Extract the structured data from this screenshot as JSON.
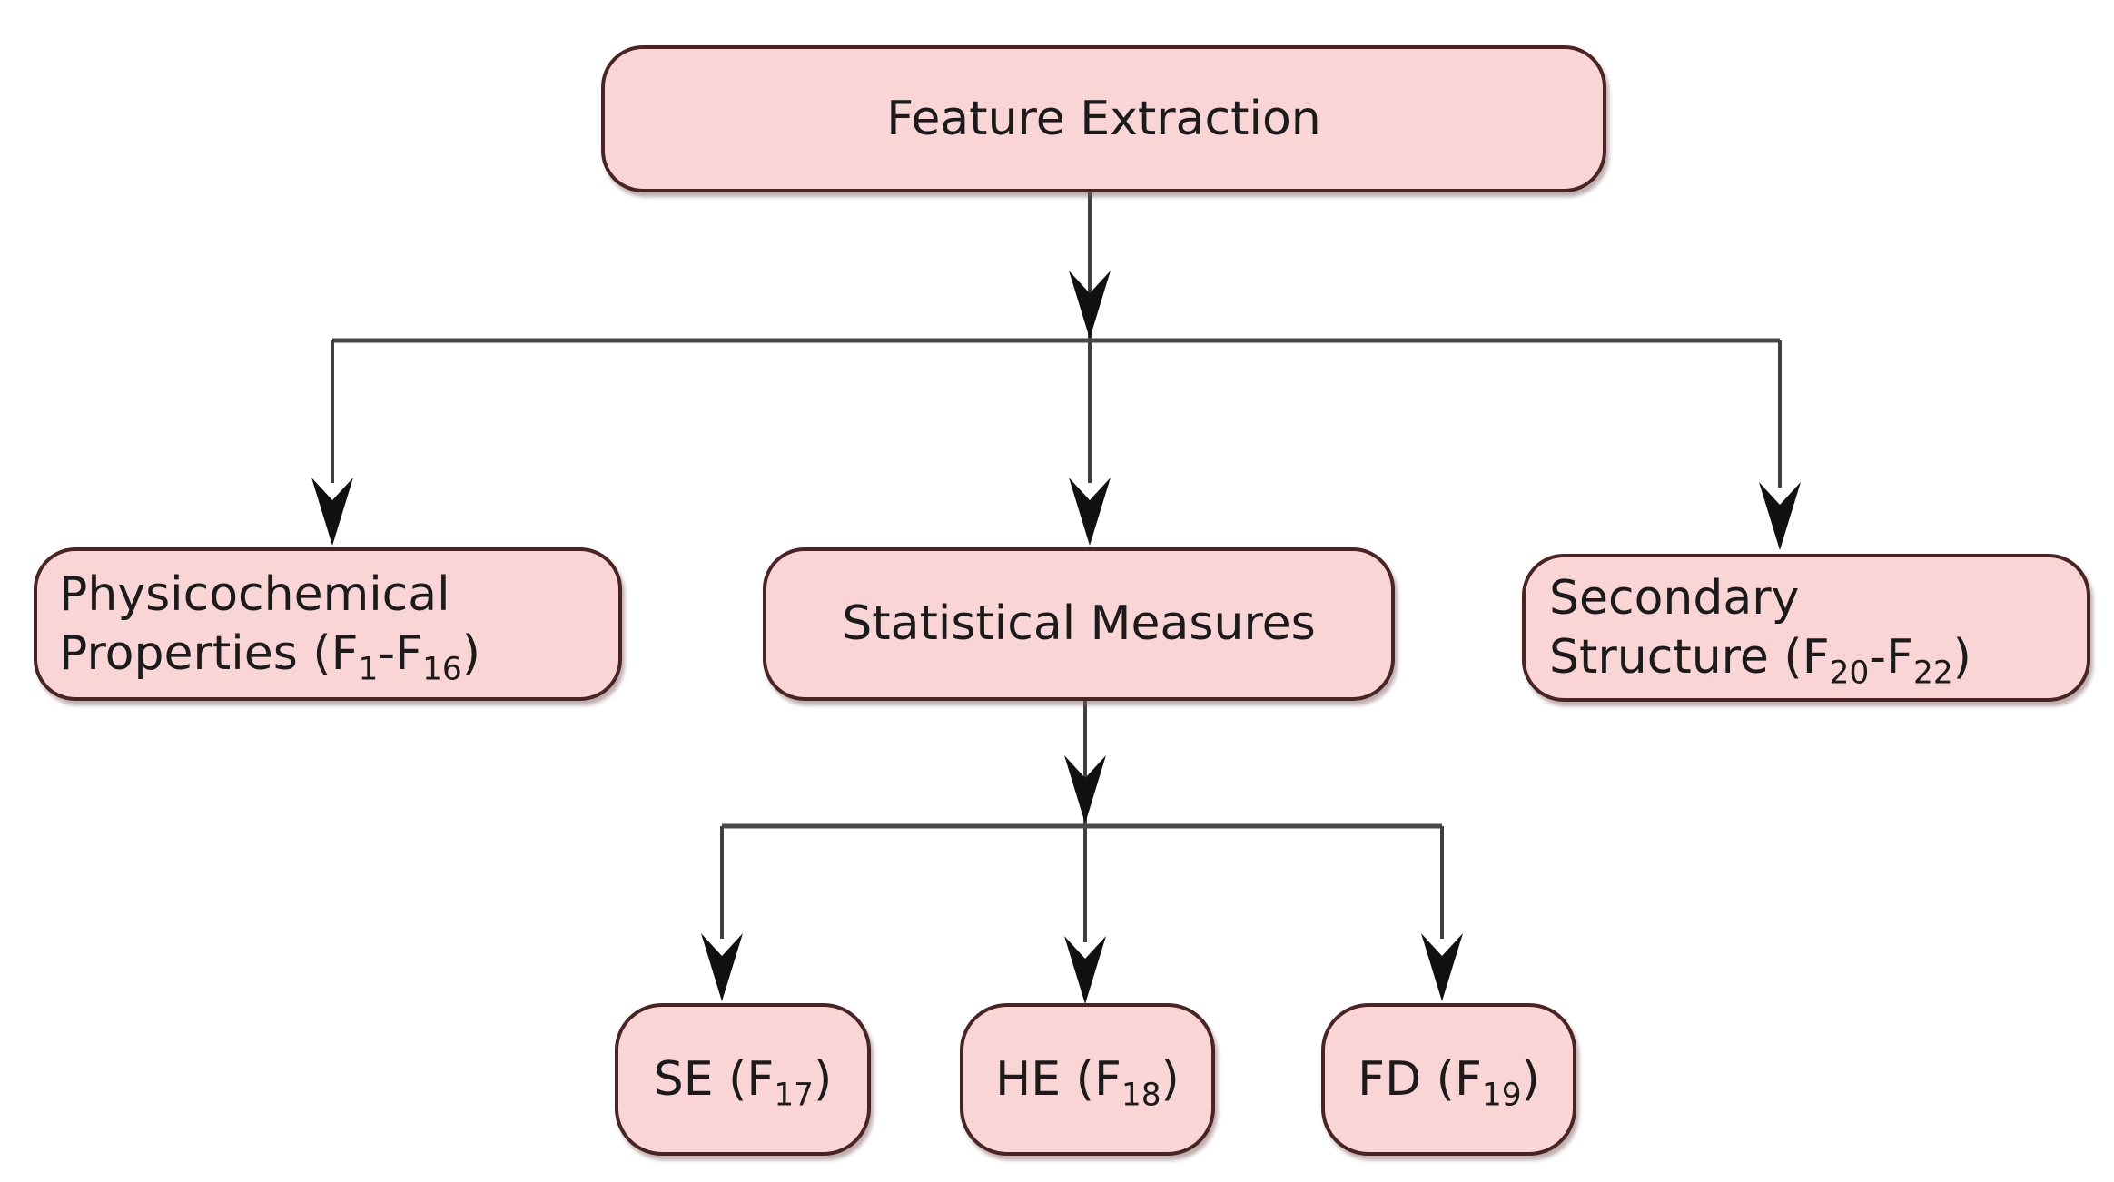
{
  "diagram": {
    "type": "flowchart",
    "colors": {
      "node-fill": "#fad5d5",
      "node-border": "#4a2424",
      "edge-line": "#3f3f3f",
      "arrowhead": "#111111",
      "background": "#ffffff",
      "text": "#1b1b1b"
    },
    "nodes": [
      {
        "id": "feature-extraction",
        "label": "Feature Extraction"
      },
      {
        "id": "physicochemical-properties",
        "label": "Physicochemical\nProperties (F{1}-F{16})"
      },
      {
        "id": "statistical-measures",
        "label": "Statistical Measures"
      },
      {
        "id": "secondary-structure",
        "label": "Secondary\nStructure (F{20}-F{22})"
      },
      {
        "id": "se",
        "label": "SE (F{17})"
      },
      {
        "id": "he",
        "label": "HE (F{18})"
      },
      {
        "id": "fd",
        "label": "FD (F{19})"
      }
    ],
    "edges": [
      {
        "from": "feature-extraction",
        "to": "physicochemical-properties"
      },
      {
        "from": "feature-extraction",
        "to": "statistical-measures"
      },
      {
        "from": "feature-extraction",
        "to": "secondary-structure"
      },
      {
        "from": "statistical-measures",
        "to": "se"
      },
      {
        "from": "statistical-measures",
        "to": "he"
      },
      {
        "from": "statistical-measures",
        "to": "fd"
      }
    ]
  }
}
